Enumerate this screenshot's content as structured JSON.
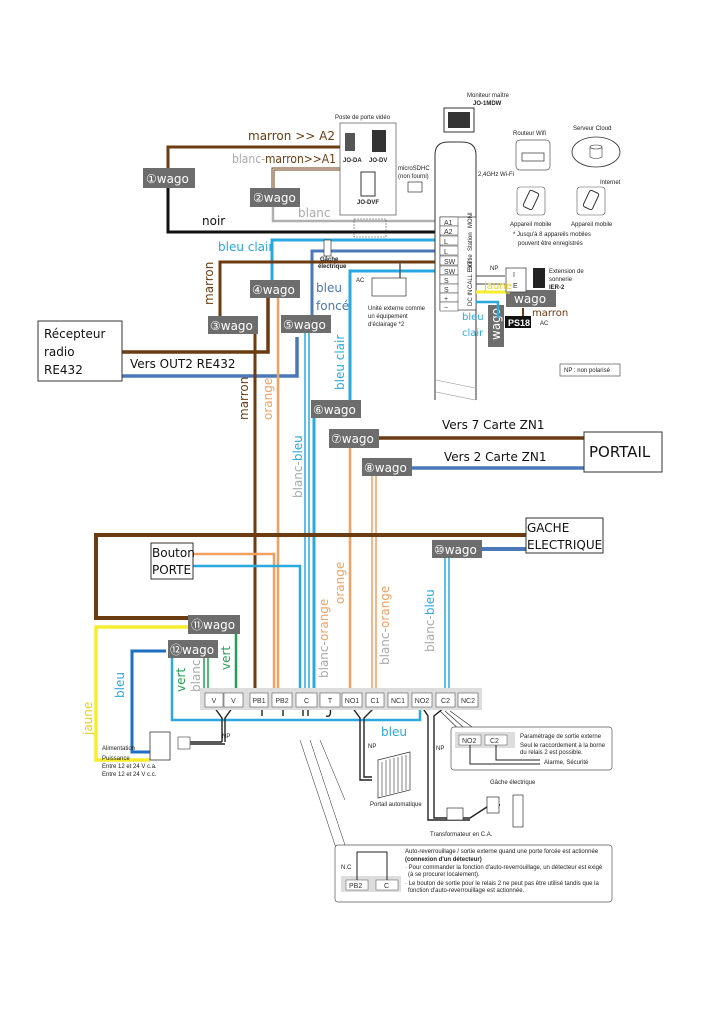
{
  "colors": {
    "marron": "#6b3b12",
    "noir": "#111111",
    "blanc": "#b0b0b0",
    "bleu_clair": "#2aa8e0",
    "bleu_fonce": "#4a78b8",
    "orange": "#f0a060",
    "vert": "#1fa050",
    "jaune": "#f5ee30",
    "wago_bg": "#6d6d6d",
    "bleu": "#1f6fc0"
  },
  "wagos": [
    "①wago",
    "②wago",
    "③wago",
    "④wago",
    "⑤wago",
    "⑥wago",
    "⑦wago",
    "⑧wago",
    "⑩wago",
    "⑪wago",
    "⑫wago",
    "wago",
    "wago"
  ],
  "wire_labels": {
    "marron_a2": "marron >> A2",
    "blanc_prefix": "blanc-",
    "marron_a1": "marron>>A1",
    "noir": "noir",
    "blanc": "blanc",
    "bleu_clair_1": "bleu clair",
    "marron_1": "marron",
    "bleu": "bleu",
    "fonce": "foncé",
    "bleu_clair_2": "bleu clair",
    "vers_out2": "Vers OUT2  RE432",
    "marron_2": "marron",
    "orange_1": "orange",
    "blanc_bleu_1a": "blanc-",
    "blanc_bleu_1b": "bleu",
    "vers7": "Vers 7 Carte ZN1",
    "vers2": "Vers 2 Carte ZN1",
    "orange_2": "orange",
    "blanc_orange_1a": "blanc-",
    "blanc_orange_1b": "orange",
    "blanc_orange_2a": "blanc-",
    "blanc_orange_2b": "orange",
    "blanc_bleu_2a": "blanc-",
    "blanc_bleu_2b": "bleu",
    "jaune_left": "jaune",
    "bleu_left": "bleu",
    "vert_1": "vert",
    "blanc_2": "blanc",
    "vert_2": "vert",
    "bleu_bottom": "bleu",
    "jaune_right": "jaune",
    "marron_right": "marron",
    "bleu_clair_r1": "bleu",
    "bleu_clair_r2": "clair"
  },
  "boxes": {
    "recepteur": [
      "Récepteur",
      "radio",
      "RE432"
    ],
    "portail": "PORTAIL",
    "gache": [
      "GACHE",
      "ELECTRIQUE"
    ],
    "bouton": [
      "Bouton",
      "PORTE"
    ],
    "np_note": "NP : non polarisé"
  },
  "devices": {
    "monitor": [
      "Moniteur maître",
      "JO-1MDW"
    ],
    "door_station_title": "Poste de porte vidéo",
    "door_models": [
      "JO-DA",
      "JO-DV",
      "JO-DVF"
    ],
    "microsd": [
      "microSDHC",
      "(non fourni)"
    ],
    "wifi": "2,4GHz Wi-Fi",
    "router": "Routeur Wifi",
    "cloud": "Serveur Cloud",
    "internet": "Internet",
    "mobile": [
      "Appareil mobile",
      "Appareil mobile"
    ],
    "mobile_note": [
      "* Jusqu'à 8 appareils mobiles",
      "pouvent être enregistrés"
    ],
    "gache_small": [
      "Gâche",
      "électrique"
    ],
    "ext_unit": [
      "Unité externe comme",
      "un équipement",
      "d'éclairage *2"
    ],
    "ier": [
      "Extension de",
      "sonnerie",
      "IER-2"
    ],
    "ps18": "PS18",
    "ac": "AC",
    "np": "NP",
    "ie": [
      "I",
      "E"
    ],
    "power": [
      "Alimentation",
      "Puissance",
      "Entre 12 et 24 V c.a.",
      "Entre 12 et 24 V c.c."
    ],
    "portail_auto": "Portail automatique",
    "gache_elec": "Gâche électrique",
    "transfo": "Transformateur en C.A.",
    "param": {
      "title": "Paramétrage de sortie externe",
      "line1": "Seul le raccordement à la borne",
      "line2": "du relais 2 est possible.",
      "alarm": "Alarme, Sécurité",
      "t1": "NO2",
      "t2": "C2"
    },
    "auto": {
      "title": "Auto-reverrouillage / sortie externe quand une porte forcée est actionnée",
      "sub": "(connexion d'un détecteur)",
      "l1": "· Pour commander la fonction d'auto-reverrouillage, un détecteur est exigé",
      "l2": "(à se procurer localement).",
      "l3": "· Le bouton de sortie pour le relais 2 ne peut pas être utilisé tandis que la",
      "l4": "fonction d'auto-reverrouillage est actionnée.",
      "nc": "N.C",
      "t1": "PB2",
      "t2": "C"
    }
  },
  "monitor_terminals": [
    "A1",
    "A2",
    "L",
    "L",
    "SW",
    "SW",
    "S",
    "S",
    "+",
    "−"
  ],
  "monitor_side_labels": [
    "MONI",
    "Station",
    "Sortie",
    "CALL EXT",
    "DC IN"
  ],
  "bottom_terminals": [
    "V",
    "V",
    "PB1",
    "PB2",
    "C",
    "T",
    "NO1",
    "C1",
    "NC1",
    "NO2",
    "C2",
    "NC2"
  ]
}
